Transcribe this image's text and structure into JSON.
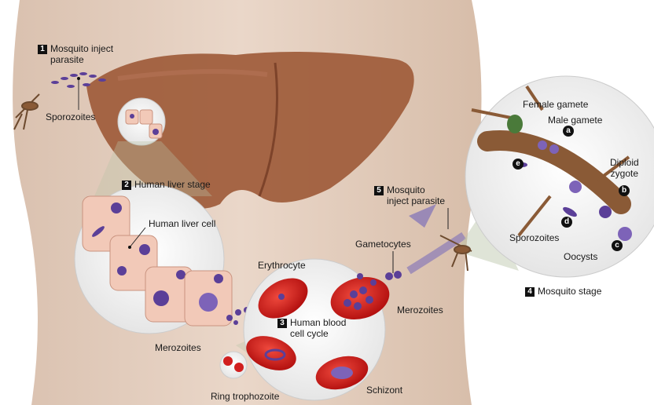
{
  "steps": [
    {
      "num": "1",
      "label_line1": "Mosquito inject",
      "label_line2": "parasite"
    },
    {
      "num": "2",
      "label": "Human liver stage"
    },
    {
      "num": "3",
      "label_line1": "Human blood",
      "label_line2": "cell cycle"
    },
    {
      "num": "4",
      "label": "Mosquito stage"
    },
    {
      "num": "5",
      "label_line1": "Mosquito",
      "label_line2": "inject parasite"
    }
  ],
  "labels": {
    "sporozoites_left": "Sporozoites",
    "human_liver_cell": "Human liver cell",
    "merozoites_left": "Merozoites",
    "erythrocyte": "Erythrocyte",
    "gametocytes": "Gametocytes",
    "merozoites_right": "Merozoites",
    "ring_trophozoite": "Ring trophozoite",
    "schizont": "Schizont",
    "female_gamete": "Female gamete",
    "male_gamete": "Male gamete",
    "diploid_zygote_line1": "Diploid",
    "diploid_zygote_line2": "zygote",
    "sporozoites_right": "Sporozoites",
    "oocysts": "Oocysts"
  },
  "badges": [
    "a",
    "b",
    "c",
    "d",
    "e"
  ],
  "colors": {
    "skin": "#e7d2c2",
    "liver": "#9e5b3a",
    "cell": "#f2c9b8",
    "nucleus": "#5b3f98",
    "rbc": "#d11f1f",
    "mosquito": "#8a5a36",
    "arrow": "#8a7ab8"
  }
}
